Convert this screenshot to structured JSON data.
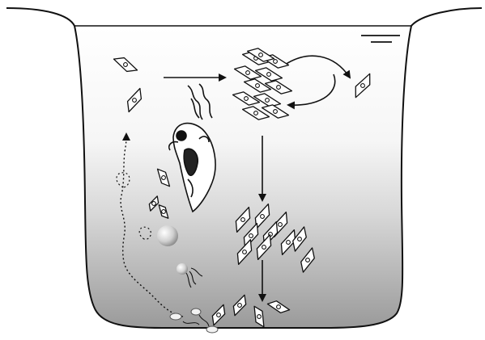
{
  "diagram": {
    "colors": {
      "background": "#ffffff",
      "stroke": "#111111",
      "water_top": "#ffffff",
      "water_bottom": "#9a9a9a",
      "cell_fill": "#ffffff",
      "sphere_light": "#ffffff",
      "sphere_dark": "#9c9c9c"
    },
    "elements": [
      "basin-outline",
      "water-surface-line",
      "water-level-symbol",
      "solitary-cells",
      "cell-colony-surface",
      "colony-detachment-arrows",
      "descending-colony",
      "sinking-cell-arrows",
      "zooplankton-grazer",
      "resting-spheres",
      "benthic-cells",
      "resting-stage-cysts",
      "germination-path"
    ]
  }
}
